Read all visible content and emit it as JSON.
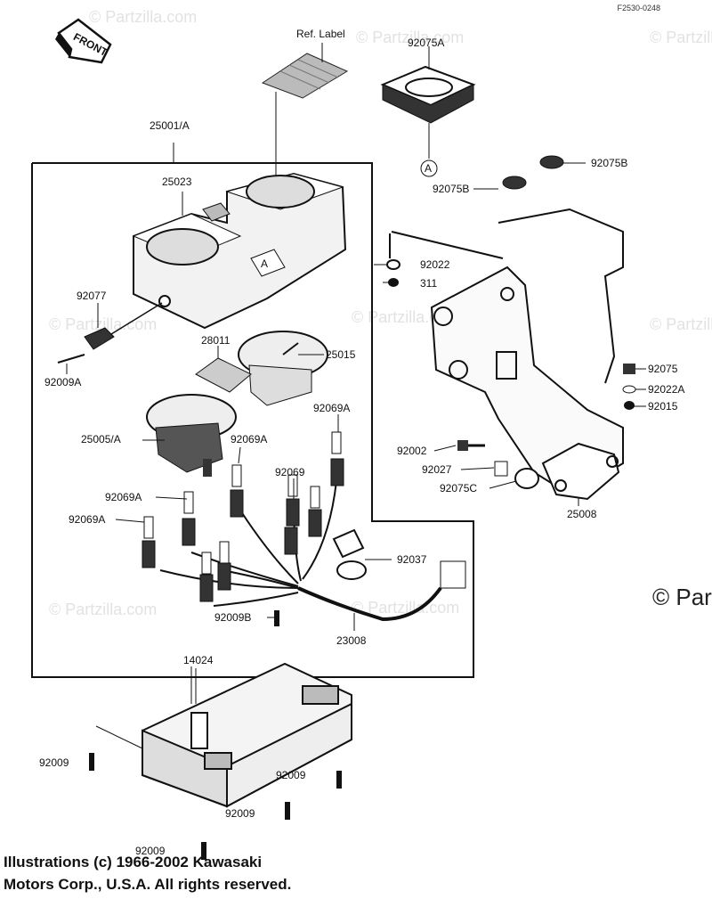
{
  "drawing_code": "F2530-0248",
  "front_label": "FRONT",
  "callout_a": "A",
  "watermark": "© Partzilla.com",
  "watermark_edge": "© Partz",
  "copyright_lines": [
    "Illustrations (c) 1966-2002 Kawasaki",
    "Motors Corp., U.S.A.  All rights reserved."
  ],
  "parts": {
    "ref_label": "Ref. Label",
    "p92075a": "92075A",
    "p25001a": "25001/A",
    "p25023": "25023",
    "p92075b_r": "92075B",
    "p92075b_l": "92075B",
    "p92022": "92022",
    "p311": "311",
    "p92077": "92077",
    "p28011": "28011",
    "p25015": "25015",
    "p92009a": "92009A",
    "p92069a_1": "92069A",
    "p25005a": "25005/A",
    "p92069a_2": "92069A",
    "p92069": "92069",
    "p92069a_3": "92069A",
    "p92069a_4": "92069A",
    "p92037": "92037",
    "p92009b": "92009B",
    "p23008": "23008",
    "p92075": "92075",
    "p92022a": "92022A",
    "p92015": "92015",
    "p92002": "92002",
    "p92027": "92027",
    "p92075c": "92075C",
    "p25008": "25008",
    "p14024": "14024",
    "p92009_1": "92009",
    "p92009_2": "92009",
    "p92009_3": "92009",
    "p92009_4": "92009"
  }
}
